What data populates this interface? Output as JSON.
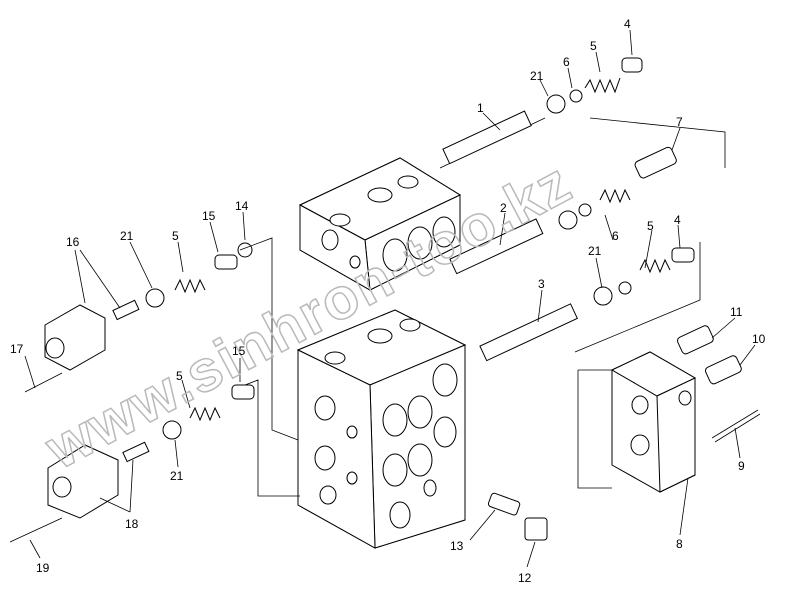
{
  "watermark": "www.sinhron-too.kz",
  "part_labels": [
    {
      "id": "p1",
      "text": "1"
    },
    {
      "id": "p2",
      "text": "2"
    },
    {
      "id": "p3",
      "text": "3"
    },
    {
      "id": "p4a",
      "text": "4"
    },
    {
      "id": "p4b",
      "text": "4"
    },
    {
      "id": "p5a",
      "text": "5"
    },
    {
      "id": "p5b",
      "text": "5"
    },
    {
      "id": "p5c",
      "text": "5"
    },
    {
      "id": "p5d",
      "text": "5"
    },
    {
      "id": "p6a",
      "text": "6"
    },
    {
      "id": "p6b",
      "text": "6"
    },
    {
      "id": "p7",
      "text": "7"
    },
    {
      "id": "p8",
      "text": "8"
    },
    {
      "id": "p9",
      "text": "9"
    },
    {
      "id": "p10",
      "text": "10"
    },
    {
      "id": "p11",
      "text": "11"
    },
    {
      "id": "p12",
      "text": "12"
    },
    {
      "id": "p13",
      "text": "13"
    },
    {
      "id": "p14",
      "text": "14"
    },
    {
      "id": "p15a",
      "text": "15"
    },
    {
      "id": "p15b",
      "text": "15"
    },
    {
      "id": "p16",
      "text": "16"
    },
    {
      "id": "p17",
      "text": "17"
    },
    {
      "id": "p18",
      "text": "18"
    },
    {
      "id": "p19",
      "text": "19"
    },
    {
      "id": "p21a",
      "text": "21"
    },
    {
      "id": "p21b",
      "text": "21"
    },
    {
      "id": "p21c",
      "text": "21"
    },
    {
      "id": "p21d",
      "text": "21"
    }
  ]
}
